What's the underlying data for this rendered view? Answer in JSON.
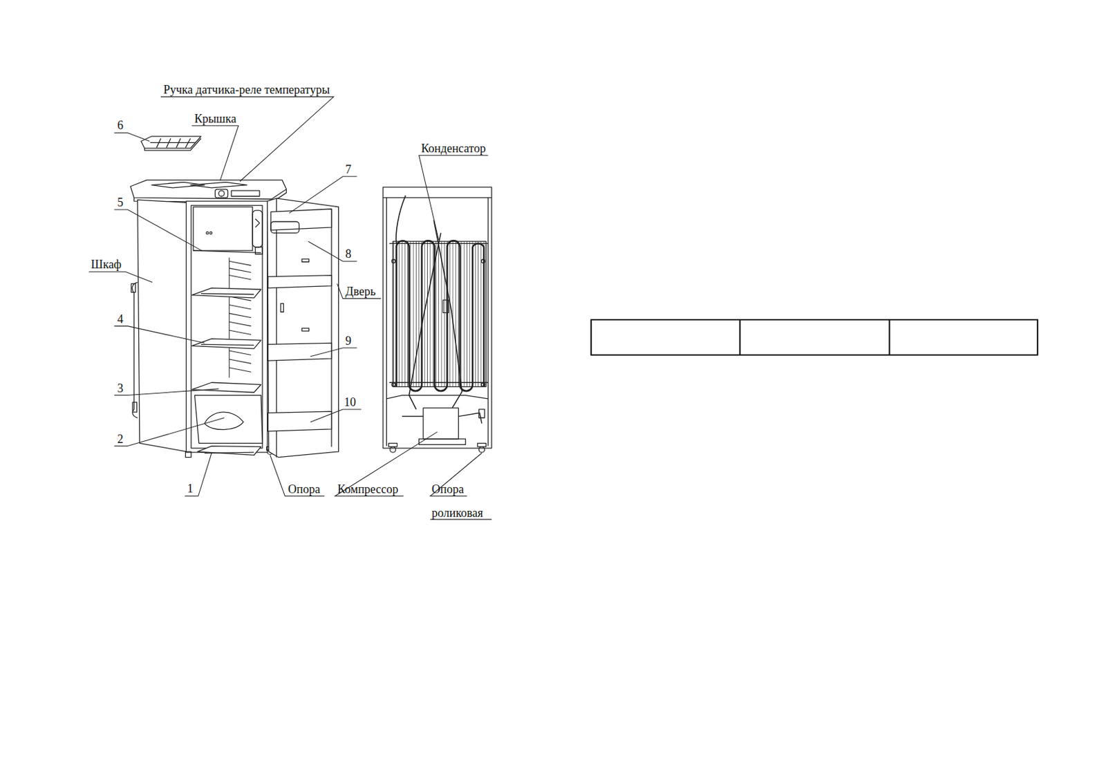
{
  "diagram": {
    "labels": [
      "Ручка датчика-реле температуры",
      "Крышка",
      "6",
      "Конденсатор",
      "7",
      "5",
      "8",
      "Шкаф",
      "Дверь",
      "4",
      "9",
      "3",
      "10",
      "2",
      "1",
      "Опора",
      "Компрессор",
      "Опора роликовая"
    ]
  }
}
